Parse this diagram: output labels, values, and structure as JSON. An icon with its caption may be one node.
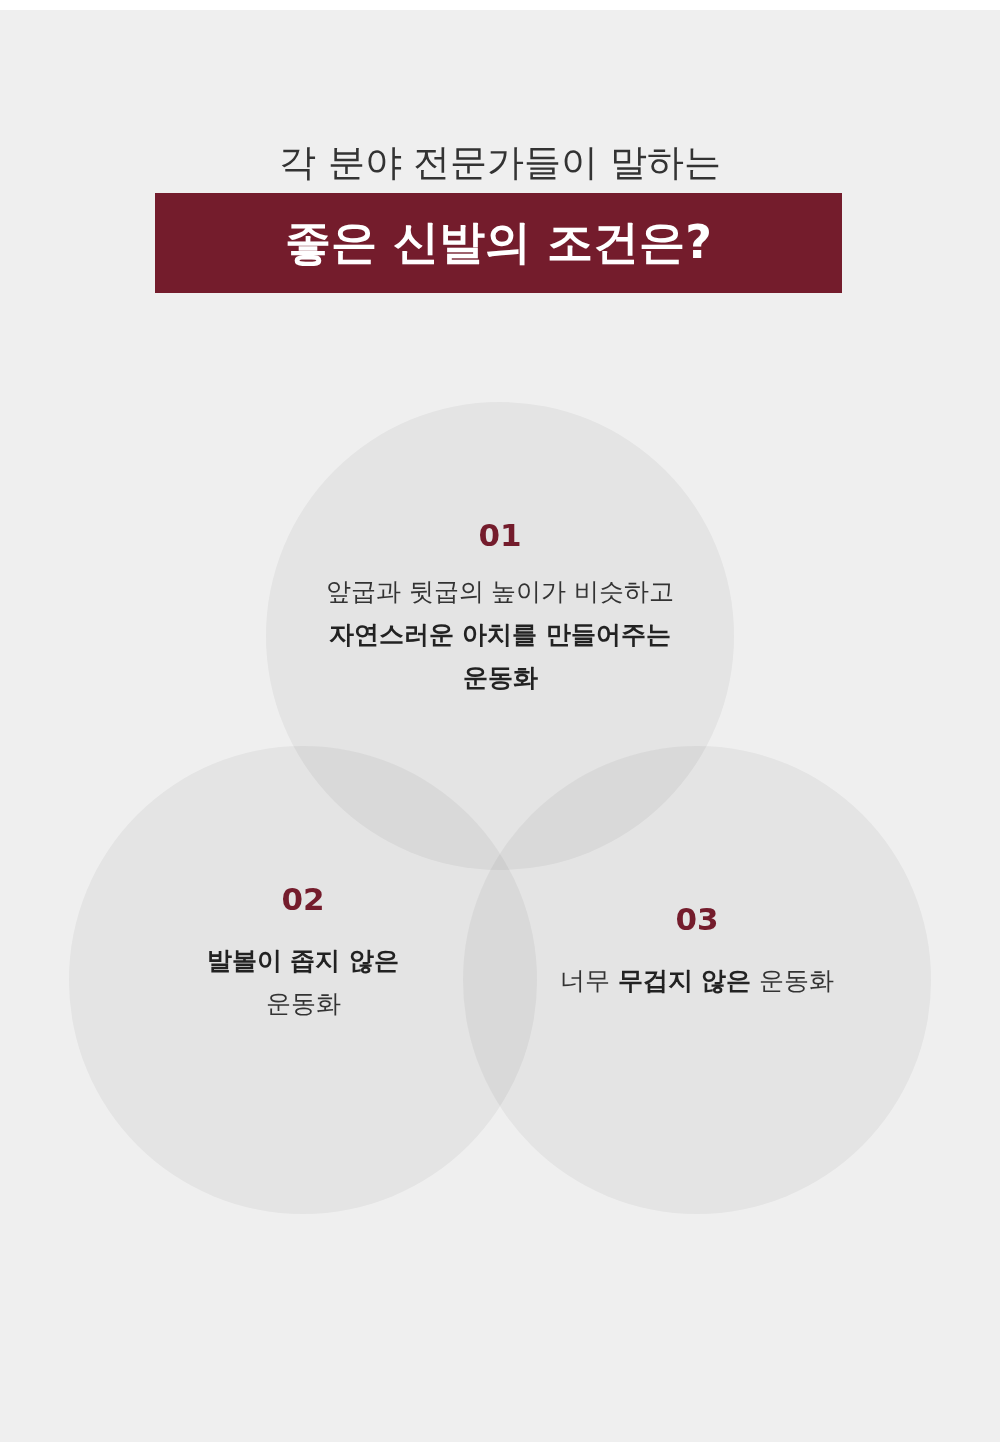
{
  "diagram": {
    "title": "각 분야 전문가들이 말하는",
    "nodes": [
      {
        "text": [
          "좋은 신발의 조건은?"
        ]
      },
      {
        "text": [
          "01",
          "앞굽과 뒷굽의 높이가 비슷하고 **자연스러운 아치를 만들어주는 운동화**"
        ]
      },
      {
        "text": [
          "02",
          "**발볼이 좁지 않은** 운동화"
        ]
      },
      {
        "text": [
          "03",
          "너무 **무겁지 않은** 운동화"
        ]
      }
    ]
  }
}
